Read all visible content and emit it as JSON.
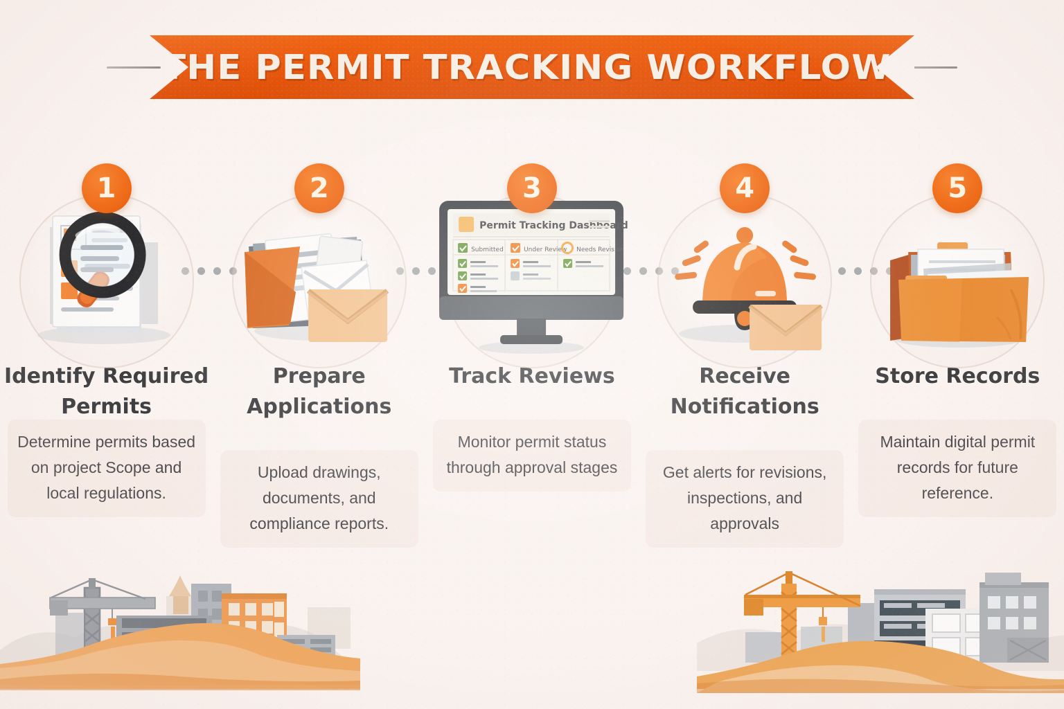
{
  "banner": {
    "title": "THE PERMIT TRACKING WORKFLOW",
    "color": "#e8570c"
  },
  "palette": {
    "background": "#faf3f0",
    "accent_orange": "#ef6a16",
    "badge_orange": "#f26a1b",
    "title_text": "#3e3e40",
    "body_text": "#4d4d50",
    "connector_dot": "#a8a8a8",
    "green_check": "#6a9a3e",
    "monitor_bezel": "#3f4245"
  },
  "steps": [
    {
      "number": "1",
      "title": "Identify Required Permits",
      "description": "Determine permits based on project Scope and local regulations.",
      "icon": "magnifying-glass-over-document-icon"
    },
    {
      "number": "2",
      "title": "Prepare Applications",
      "description": "Upload drawings, documents, and compliance reports.",
      "icon": "folder-with-documents-and-envelope-icon"
    },
    {
      "number": "3",
      "title": "Track Reviews",
      "description": "Monitor permit status through approval stages",
      "icon": "desktop-monitor-dashboard-icon"
    },
    {
      "number": "4",
      "title": "Receive Notifications",
      "description": "Get alerts for revisions, inspections, and approvals",
      "icon": "ringing-bell-with-envelope-icon"
    },
    {
      "number": "5",
      "title": "Store Records",
      "description": "Maintain digital permit records for future reference.",
      "icon": "file-folder-with-records-icon"
    }
  ],
  "dashboard": {
    "header": "Permit Tracking Dashboard",
    "columns": [
      {
        "label": "Submitted",
        "marker": "green-check"
      },
      {
        "label": "Under Review",
        "marker": "orange-check"
      },
      {
        "label": "Needs Revision",
        "marker": "orange-circle"
      }
    ]
  },
  "scenes": {
    "left": "construction-site-crane-and-buildings",
    "right": "construction-site-orange-crane-and-buildings"
  }
}
